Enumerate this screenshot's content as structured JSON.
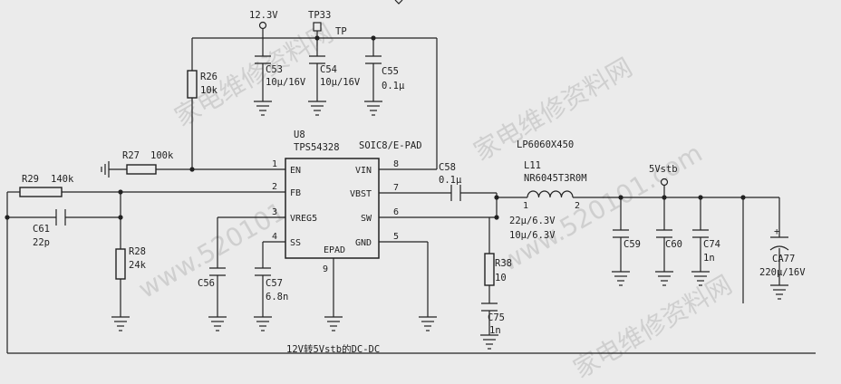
{
  "watermark": {
    "text_1": "家电维修资料网",
    "text_2": "www.520101.com"
  },
  "power": {
    "input_label": "12.3V",
    "testpoint_label": "TP33",
    "testpoint_type": "TP",
    "output_label": "5Vstb"
  },
  "ic": {
    "ref": "U8",
    "part": "TPS54328",
    "package": "SOIC8/E-PAD",
    "pins": {
      "p1_num": "1",
      "p1_name": "EN",
      "p2_num": "2",
      "p2_name": "FB",
      "p3_num": "3",
      "p3_name": "VREG5",
      "p4_num": "4",
      "p4_name": "SS",
      "p5_num": "5",
      "p5_name": "GND",
      "p6_num": "6",
      "p6_name": "SW",
      "p7_num": "7",
      "p7_name": "VBST",
      "p8_num": "8",
      "p8_name": "VIN",
      "p9_num": "9",
      "p9_name": "EPAD"
    }
  },
  "components": {
    "c53_ref": "C53",
    "c53_val": "10μ/16V",
    "c54_ref": "C54",
    "c54_val": "10μ/16V",
    "c55_ref": "C55",
    "c55_val": "0.1μ",
    "r26_ref": "R26",
    "r26_val": "10k",
    "r27_ref": "R27",
    "r27_val": "100k",
    "r29_ref": "R29",
    "r29_val": "140k",
    "c61_ref": "C61",
    "c61_val": "22p",
    "r28_ref": "R28",
    "r28_val": "24k",
    "c56_ref": "C56",
    "c57_ref": "C57",
    "c57_val": "6.8n",
    "c58_ref": "C58",
    "c58_val": "0.1μ",
    "l11_ref": "L11",
    "l11_type": "LP6060X450",
    "l11_val": "NR6045T3R0M",
    "l11_pin1": "1",
    "l11_pin2": "2",
    "r38_ref": "R38",
    "r38_val": "10",
    "c75_ref": "C75",
    "c75_val": "1n",
    "c59_c60_val_1": "22μ/6.3V",
    "c59_c60_val_2": "10μ/6.3V",
    "c59_ref": "C59",
    "c60_ref": "C60",
    "c74_ref": "C74",
    "c74_val": "1n",
    "ca77_ref": "CA77",
    "ca77_val": "220μ/16V",
    "ca77_polarity": "+"
  },
  "caption": "12V转5Vstb的DC-DC"
}
